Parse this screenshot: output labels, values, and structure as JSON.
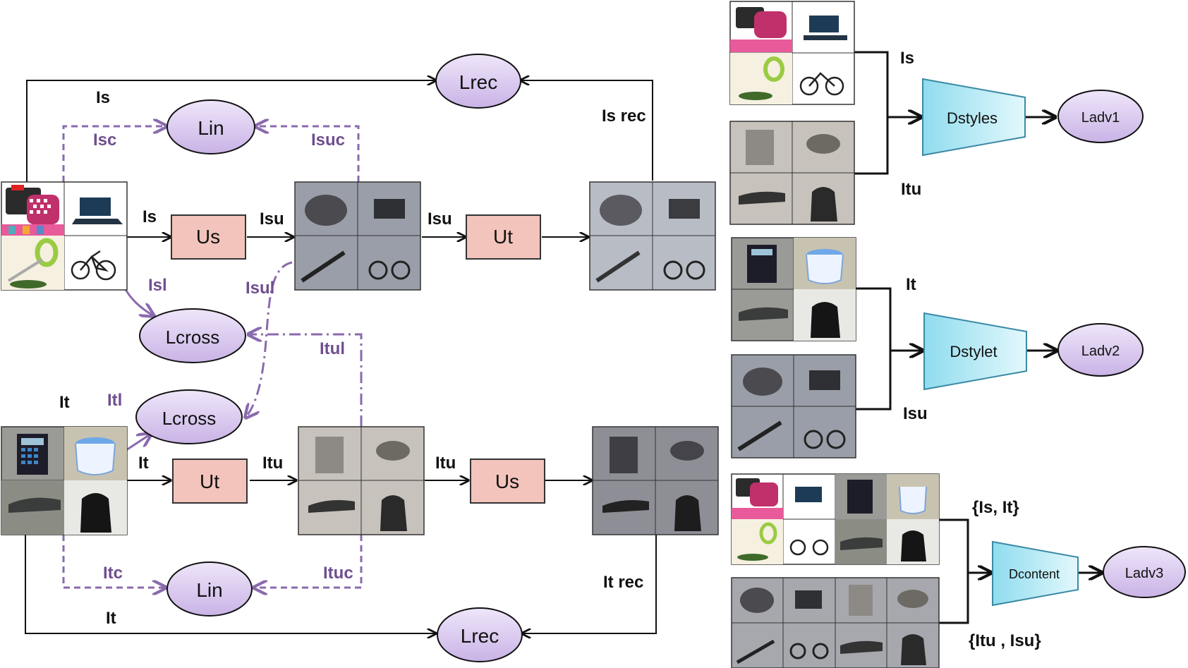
{
  "labels": {
    "is_top": "Is",
    "isc": "Isc",
    "isuc": "Isuc",
    "is_rec": "Is rec",
    "is_in": "Is",
    "isu_in": "Isu",
    "isu_out": "Isu",
    "isl": "Isl",
    "isul": "Isul",
    "itul": "Itul",
    "it_top": "It",
    "itl": "Itl",
    "it_in": "It",
    "itu_in": "Itu",
    "itu_out": "Itu",
    "itc": "Itc",
    "ituc": "Ituc",
    "it_rec": "It rec",
    "it_bottom": "It",
    "r_is": "Is",
    "r_itu": "Itu",
    "r_it": "It",
    "r_isu": "Isu",
    "r_set1": "{Is, It}",
    "r_set2": "{Itu , Isu}"
  },
  "losses": {
    "lrec_top": "Lrec",
    "lin_top": "Lin",
    "lcross_1": "Lcross",
    "lcross_2": "Lcross",
    "lin_bottom": "Lin",
    "lrec_bottom": "Lrec",
    "ladv1": "Ladv1",
    "ladv2": "Ladv2",
    "ladv3": "Ladv3"
  },
  "generators": {
    "us_1": "Us",
    "ut_1": "Ut",
    "ut_2": "Ut",
    "us_2": "Us"
  },
  "discriminators": {
    "d_style_s": "Dstyles",
    "d_style_t": "Dstylet",
    "d_content": "Dcontent"
  },
  "thumbnails": {
    "source": [
      "bag",
      "laptop",
      "scissors",
      "bike"
    ],
    "target": [
      "calculator",
      "mug",
      "stapler",
      "backpack"
    ]
  },
  "colors": {
    "loss_fill": "#d9c8ee",
    "loss_stroke": "#6b5a86",
    "generator_fill": "#f2c4bb",
    "discriminator_fill": "#c7eef7",
    "dashed_purple": "#8a6aad"
  }
}
